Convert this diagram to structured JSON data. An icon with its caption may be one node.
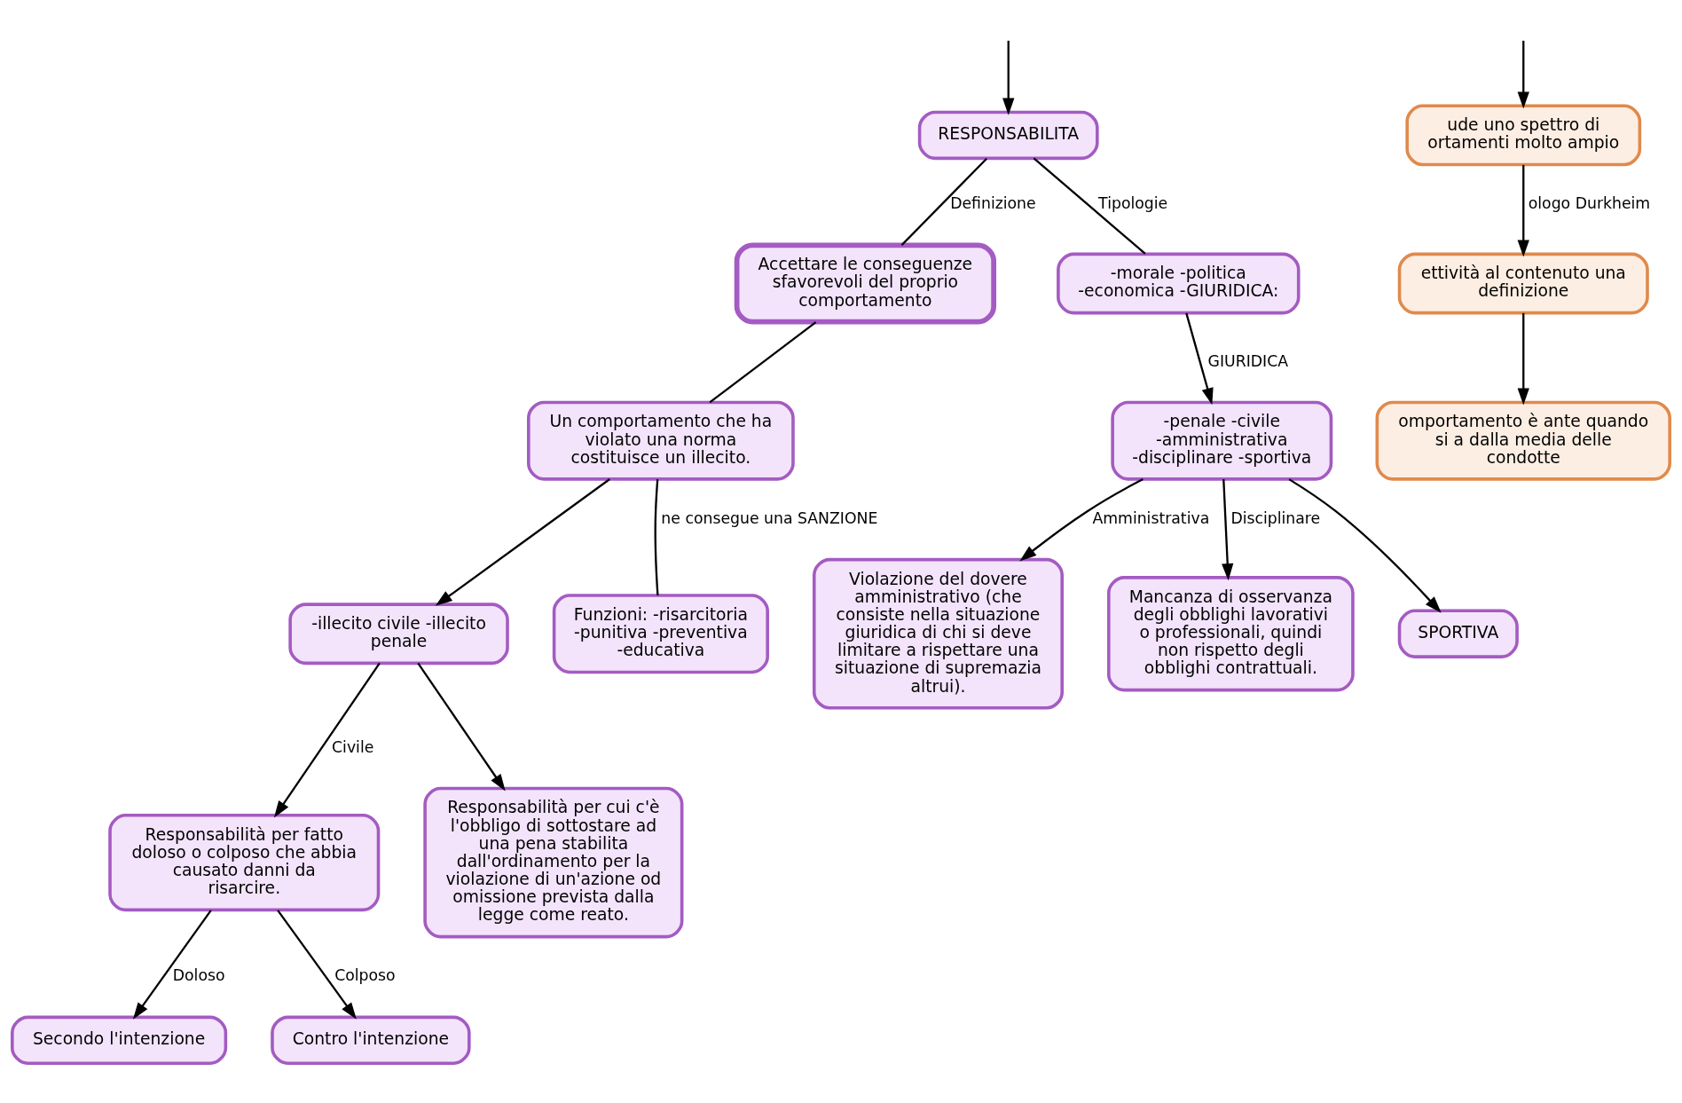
{
  "diagram": {
    "nodes": [
      {
        "text": [
          "RESPONSABILITA"
        ]
      },
      {
        "text": [
          "Accettare le conseguenze sfavorevoli del proprio comportamento"
        ]
      },
      {
        "text": [
          "-morale -politica -economica -GIURIDICA:"
        ]
      },
      {
        "text": [
          "Un comportamento che ha violato una norma costituisce un illecito."
        ]
      },
      {
        "text": [
          "-illecito civile -illecito penale"
        ]
      },
      {
        "text": [
          "Funzioni: -risarcitoria -punitiva -preventiva -educativa"
        ]
      },
      {
        "text": [
          "-penale -civile -amministrativa -disciplinare -sportiva"
        ]
      },
      {
        "text": [
          "Responsabilità per fatto doloso o colposo che abbia causato danni da risarcire."
        ]
      },
      {
        "text": [
          "Responsabilità per cui c'è l'obbligo di sottostare ad una pena stabilita dall'ordinamento per la violazione di un'azione od omissione prevista dalla legge come reato."
        ]
      },
      {
        "text": [
          "Violazione del dovere amministrativo (che consiste nella situazione giuridica di chi si deve limitare a rispettare una situazione di supremazia altrui)."
        ]
      },
      {
        "text": [
          "Mancanza di osservanza degli obblighi lavorativi o professionali, quindi non rispetto degli obblighi contrattuali."
        ]
      },
      {
        "text": [
          "SPORTIVA"
        ]
      },
      {
        "text": [
          "Secondo l'intenzione"
        ]
      },
      {
        "text": [
          "Contro l'intenzione"
        ]
      },
      {
        "text": [
          "ude uno spettro di ortamenti molto ampio"
        ]
      },
      {
        "text": [
          "ettività al contenuto una definizione"
        ]
      },
      {
        "text": [
          "omportamento è ante quando si a dalla media delle condotte"
        ]
      }
    ],
    "edges": [
      {
        "from": null,
        "to": 0,
        "arrow": "to"
      },
      {
        "from": 0,
        "to": 1,
        "arrow": "none",
        "label": "Definizione"
      },
      {
        "from": 0,
        "to": 2,
        "arrow": "none",
        "label": "Tipologie"
      },
      {
        "from": 1,
        "to": 3,
        "arrow": "none"
      },
      {
        "from": 3,
        "to": 4,
        "arrow": "to"
      },
      {
        "from": 3,
        "to": 5,
        "arrow": "none",
        "label": "ne consegue una SANZIONE"
      },
      {
        "from": 2,
        "to": 6,
        "arrow": "to",
        "label": "GIURIDICA"
      },
      {
        "from": 6,
        "to": 9,
        "arrow": "to",
        "label": "Amministrativa"
      },
      {
        "from": 6,
        "to": 10,
        "arrow": "to",
        "label": "Disciplinare"
      },
      {
        "from": 6,
        "to": 11,
        "arrow": "to"
      },
      {
        "from": 4,
        "to": 7,
        "arrow": "to",
        "label": "Civile"
      },
      {
        "from": 4,
        "to": 8,
        "arrow": "to"
      },
      {
        "from": 7,
        "to": 12,
        "arrow": "to",
        "label": "Doloso"
      },
      {
        "from": 7,
        "to": 13,
        "arrow": "to",
        "label": "Colposo"
      },
      {
        "from": null,
        "to": 14,
        "arrow": "to"
      },
      {
        "from": 14,
        "to": 15,
        "arrow": "to",
        "label": "ologo Durkheim"
      },
      {
        "from": 15,
        "to": 16,
        "arrow": "to"
      }
    ]
  }
}
